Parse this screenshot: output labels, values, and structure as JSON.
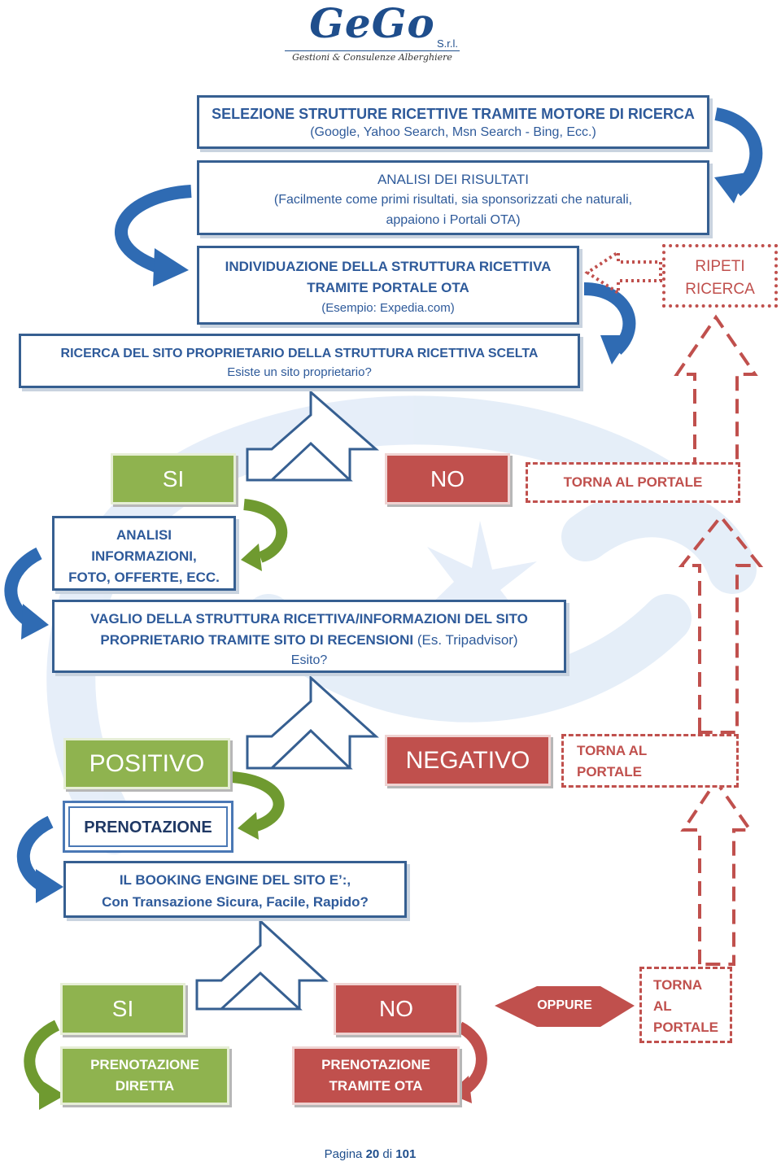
{
  "logo": {
    "brand": "GeGo",
    "suffix": "S.r.l.",
    "tagline": "Gestioni & Consulenze Alberghiere"
  },
  "box1": {
    "title": "SELEZIONE STRUTTURE RICETTIVE TRAMITE MOTORE DI RICERCA",
    "sub": "(Google, Yahoo Search, Msn Search - Bing, Ecc.)"
  },
  "box2": {
    "title": "ANALISI DEI RISULTATI",
    "sub1": "(Facilmente come primi risultati, sia sponsorizzati che naturali,",
    "sub2": "appaiono i Portali OTA)"
  },
  "box3": {
    "line1": "INDIVIDUAZIONE DELLA STRUTTURA RICETTIVA",
    "line2": "TRAMITE PORTALE OTA",
    "sub": "(Esempio: Expedia.com)"
  },
  "ripeti": {
    "line1": "RIPETI",
    "line2": "RICERCA"
  },
  "box4": {
    "title": "RICERCA DEL SITO PROPRIETARIO DELLA STRUTTURA RICETTIVA SCELTA",
    "sub": "Esiste un sito proprietario?"
  },
  "row1": {
    "si": "SI",
    "no": "NO",
    "torna": "TORNA AL PORTALE"
  },
  "analisi": {
    "line1": "ANALISI",
    "line2": "INFORMAZIONI,",
    "line3": "FOTO, OFFERTE, ECC."
  },
  "vaglio": {
    "line1": "VAGLIO DELLA STRUTTURA RICETTIVA/INFORMAZIONI DEL SITO",
    "line2a": "PROPRIETARIO TRAMITE SITO DI RECENSIONI",
    "line2b": " (Es. Tripadvisor)",
    "line3": "Esito?"
  },
  "row2": {
    "positivo": "POSITIVO",
    "negativo": "NEGATIVO",
    "torna1": "TORNA AL",
    "torna2": "PORTALE"
  },
  "prenotazione": "PRENOTAZIONE",
  "booking": {
    "line1": "IL BOOKING ENGINE DEL SITO E’:,",
    "line2": "Con Transazione Sicura, Facile, Rapido?"
  },
  "row3": {
    "si": "SI",
    "no": "NO",
    "oppure": "OPPURE",
    "torna1": "TORNA",
    "torna2": "AL",
    "torna3": "PORTALE"
  },
  "final": {
    "diretta1": "PRENOTAZIONE",
    "diretta2": "DIRETTA",
    "ota1": "PRENOTAZIONE",
    "ota2": "TRAMITE OTA"
  },
  "footer": {
    "pagina": "Pagina",
    "num": "20",
    "di": "di",
    "tot": "101"
  },
  "colors": {
    "blue": "#365f91",
    "green": "#8fb34f",
    "red": "#c0504d",
    "text": "#2e5a9a"
  }
}
